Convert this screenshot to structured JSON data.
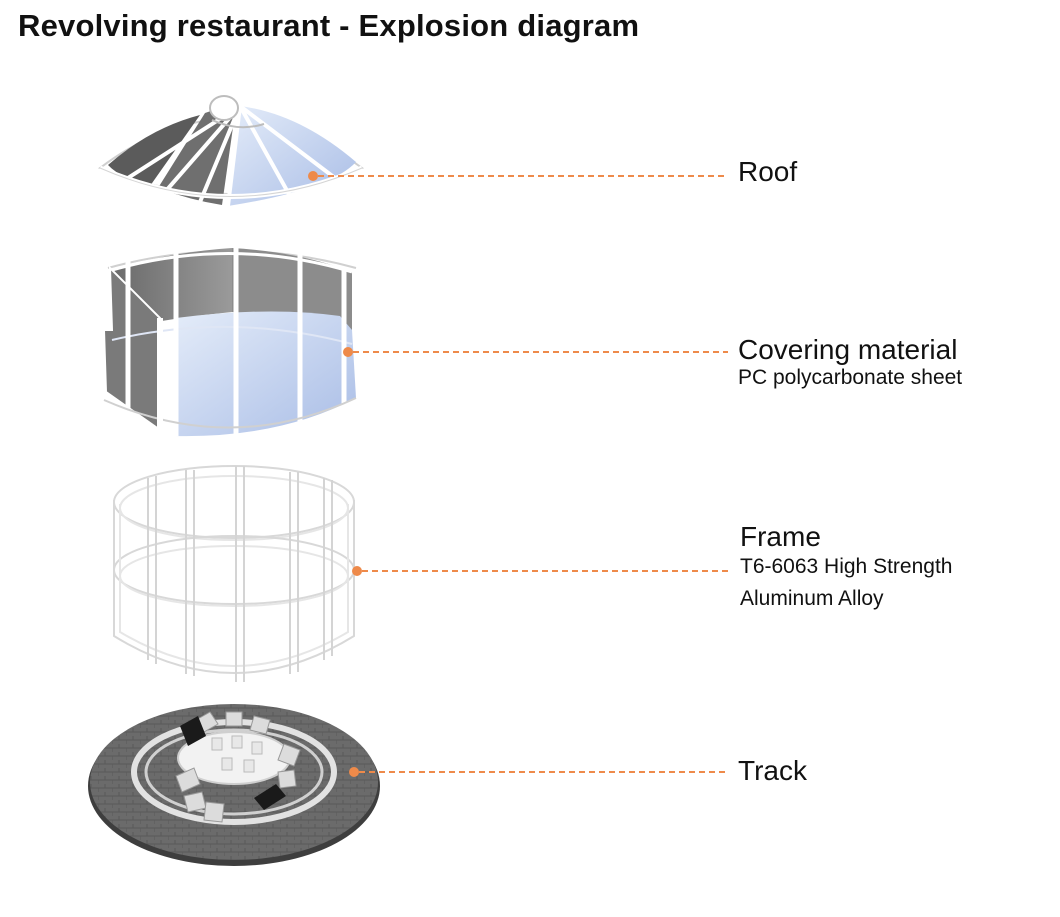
{
  "title": "Revolving restaurant - Explosion diagram",
  "accent_color": "#ee8a4a",
  "parts": [
    {
      "name": "Roof",
      "detail": []
    },
    {
      "name": "Covering material",
      "detail": [
        "PC polycarbonate sheet"
      ]
    },
    {
      "name": "Frame",
      "detail": [
        "T6-6063 High Strength",
        "Aluminum Alloy"
      ]
    },
    {
      "name": "Track",
      "detail": []
    }
  ]
}
